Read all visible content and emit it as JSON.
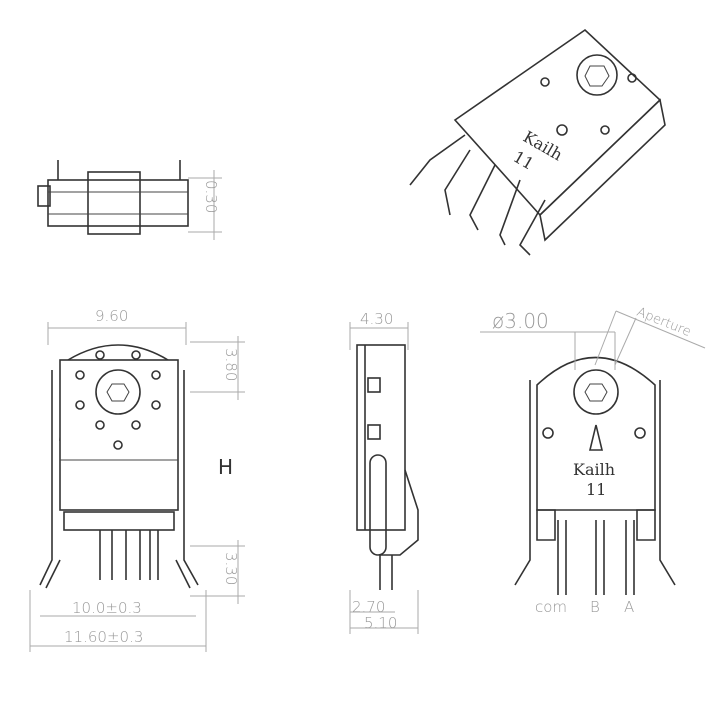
{
  "dimensions": {
    "top_thickness": "0.30",
    "front_width": "9.60",
    "front_top_height": "3.80",
    "front_height_symbol": "H",
    "front_leg_height": "3.30",
    "front_pin_span": "10.0±0.3",
    "front_total_width": "11.60±0.3",
    "side_width": "4.30",
    "side_pin_offset": "2.70",
    "side_total_width": "5.10",
    "shaft_diameter": "ø3.00",
    "aperture_label": "Aperture"
  },
  "branding": {
    "name": "Kailh",
    "model": "11"
  },
  "pins": {
    "com": "com",
    "b": "B",
    "a": "A"
  },
  "colors": {
    "line": "#333333",
    "dimension": "#999999",
    "background": "#ffffff"
  }
}
